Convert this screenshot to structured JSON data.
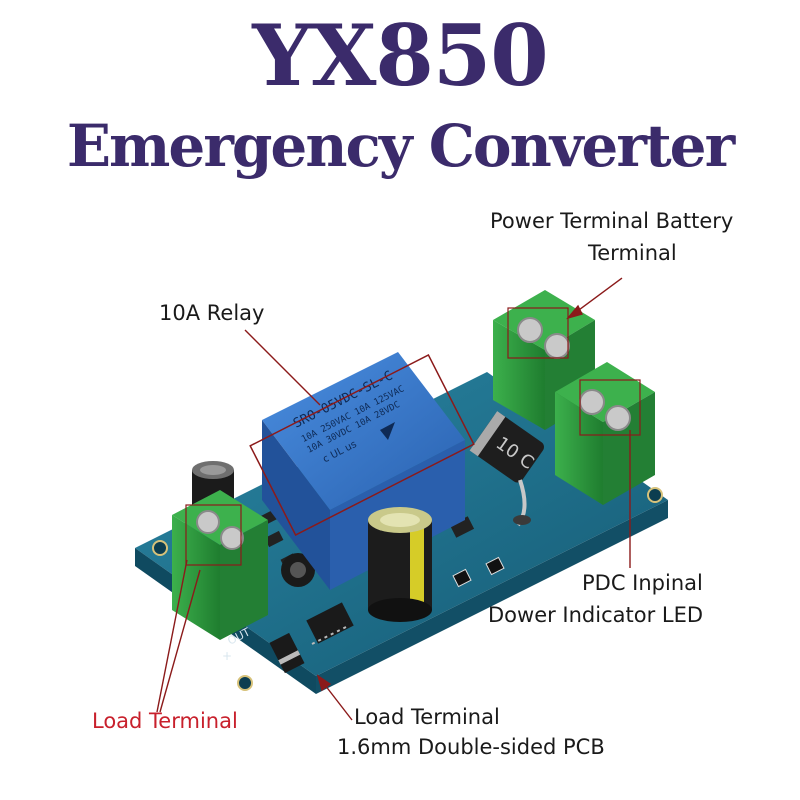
{
  "title": {
    "main": "YX850",
    "sub": "Emergency Converter"
  },
  "labels": {
    "power_terminal_line1": "Power Terminal Battery",
    "power_terminal_line2": "Terminal",
    "relay": "10A Relay",
    "pdc_line1": "PDC Inpinal",
    "pdc_line2": "Dower Indicator LED",
    "load_terminal_red": "Load Terminal",
    "load_terminal_line1": "Load Terminal",
    "load_terminal_line2": "1.6mm Double-sided PCB"
  },
  "relay_text": {
    "model": "SRO-05VDC-SL-C",
    "rating1": "10A 250VAC  10A 125VAC",
    "rating2": "10A 30VDC  10A 28VDC",
    "cert": "c UL us"
  },
  "diode_text": "10 C",
  "pcb_text": {
    "out": "OUT",
    "plus": "+"
  },
  "colors": {
    "title": "#3b2b6b",
    "pcb": "#1f6f8b",
    "terminal": "#2f9e3f",
    "relay": "#2f6fc0",
    "leader_line": "#8b1a1a",
    "red_label": "#c8202c"
  }
}
